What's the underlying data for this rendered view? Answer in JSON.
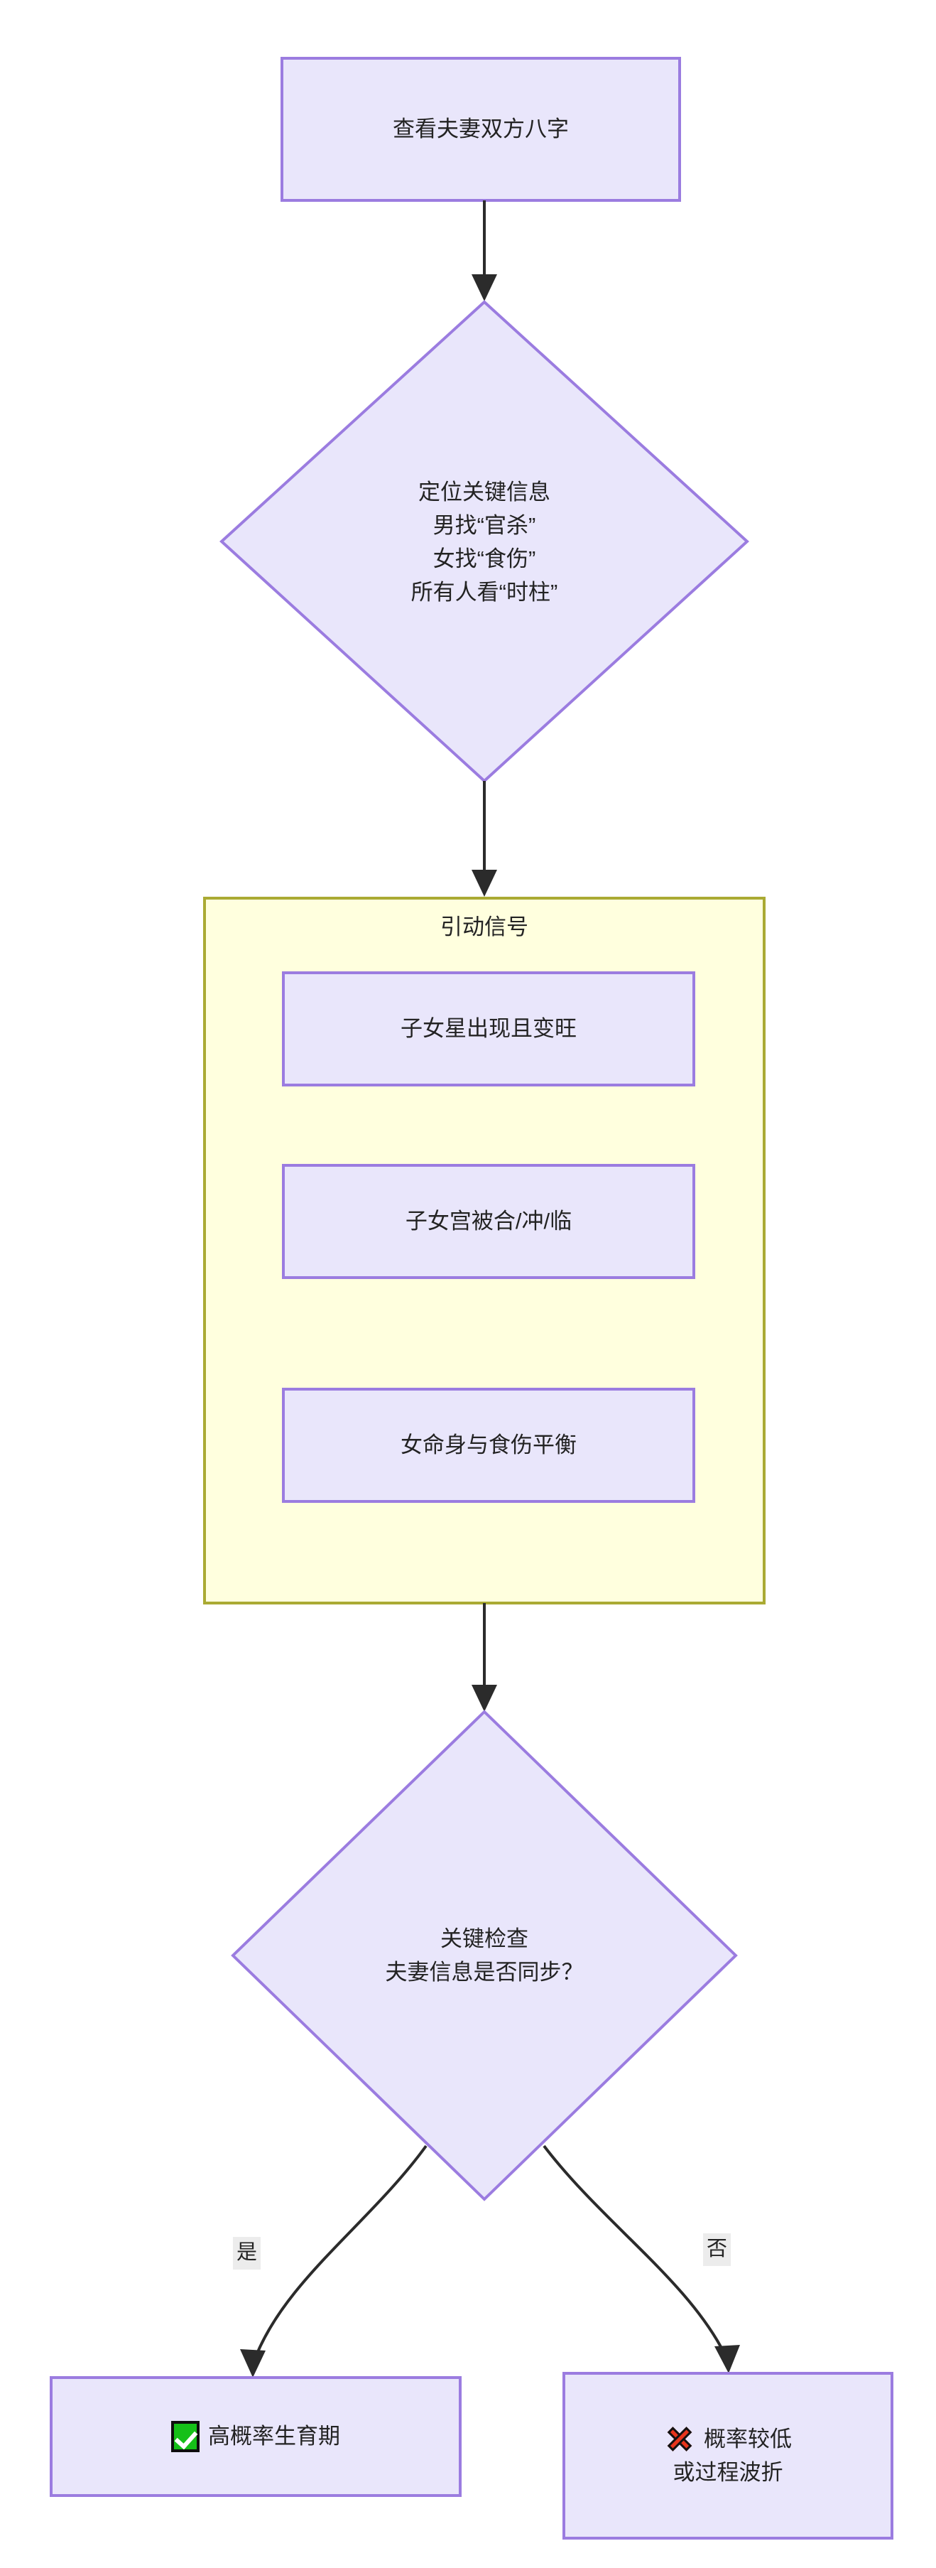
{
  "diagram": {
    "type": "flowchart",
    "direction": "top-down",
    "title_text": "",
    "colors": {
      "node_fill": "#e9e6fb",
      "node_border": "#9b7ce0",
      "subgraph_fill": "#ffffde",
      "subgraph_border": "#aaaa33",
      "edge": "#2b2b2b",
      "edge_label_bg": "#ececec",
      "text": "#232323",
      "check_green": "#15c018",
      "cross_red": "#e8341c"
    },
    "nodes": [
      {
        "id": "start",
        "shape": "rect",
        "lines": [
          "查看夫妻双方八字"
        ]
      },
      {
        "id": "locate",
        "shape": "diamond",
        "lines": [
          "定位关键信息",
          "男找“官杀”",
          "女找“食伤”",
          "所有人看“时柱”"
        ]
      },
      {
        "id": "signal1",
        "shape": "rect",
        "lines": [
          "子女星出现且变旺"
        ]
      },
      {
        "id": "signal2",
        "shape": "rect",
        "lines": [
          "子女宫被合/冲/临"
        ]
      },
      {
        "id": "signal3",
        "shape": "rect",
        "lines": [
          "女命身与食伤平衡"
        ]
      },
      {
        "id": "check",
        "shape": "diamond",
        "lines": [
          "关键检查",
          "夫妻信息是否同步？"
        ]
      },
      {
        "id": "result_yes",
        "shape": "rect",
        "icon": "check-mark-icon",
        "lines": [
          "高概率生育期"
        ]
      },
      {
        "id": "result_no",
        "shape": "rect",
        "icon": "cross-mark-icon",
        "lines": [
          "概率较低",
          "或过程波折"
        ]
      }
    ],
    "subgraph": {
      "id": "signals",
      "title": "引动信号",
      "members": [
        "signal1",
        "signal2",
        "signal3"
      ]
    },
    "edges": [
      {
        "from": "start",
        "to": "locate",
        "label": ""
      },
      {
        "from": "locate",
        "to": "signals",
        "label": ""
      },
      {
        "from": "signals",
        "to": "check",
        "label": ""
      },
      {
        "from": "check",
        "to": "result_yes",
        "label": "是"
      },
      {
        "from": "check",
        "to": "result_no",
        "label": "否"
      }
    ]
  }
}
